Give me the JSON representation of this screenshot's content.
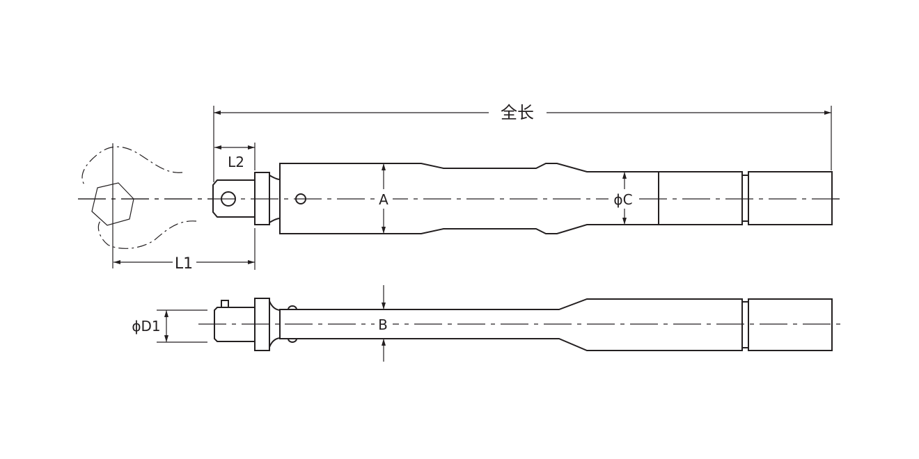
{
  "labels": {
    "overall_length": "全长",
    "l2": "L2",
    "l1": "L1",
    "a": "A",
    "phi_c": "ϕC",
    "b": "B",
    "phi_d1": "ϕD1"
  },
  "colors": {
    "line": "#231f20",
    "background": "#ffffff"
  }
}
